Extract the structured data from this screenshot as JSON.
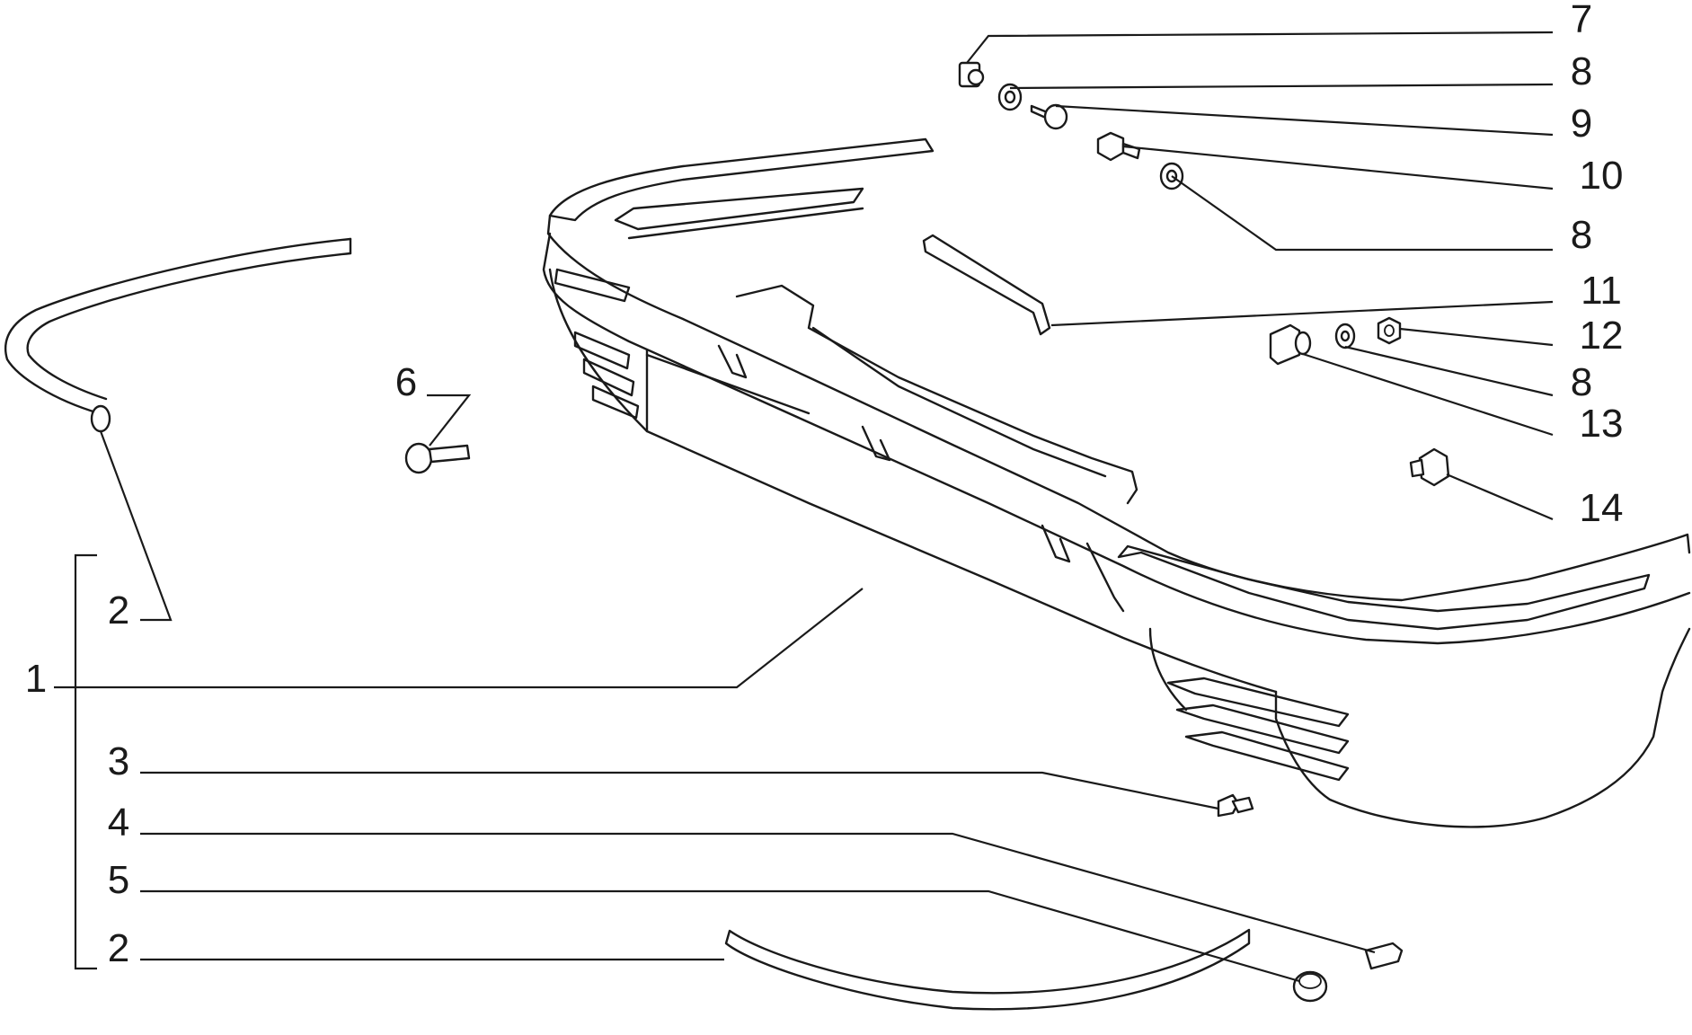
{
  "diagram": {
    "callouts": [
      {
        "id": "c7",
        "label": "7"
      },
      {
        "id": "c8a",
        "label": "8"
      },
      {
        "id": "c9",
        "label": "9"
      },
      {
        "id": "c10",
        "label": "10"
      },
      {
        "id": "c8b",
        "label": "8"
      },
      {
        "id": "c11",
        "label": "11"
      },
      {
        "id": "c12",
        "label": "12"
      },
      {
        "id": "c8c",
        "label": "8"
      },
      {
        "id": "c13",
        "label": "13"
      },
      {
        "id": "c14",
        "label": "14"
      },
      {
        "id": "c6",
        "label": "6"
      },
      {
        "id": "c2a",
        "label": "2"
      },
      {
        "id": "c1",
        "label": "1"
      },
      {
        "id": "c3",
        "label": "3"
      },
      {
        "id": "c4",
        "label": "4"
      },
      {
        "id": "c5",
        "label": "5"
      },
      {
        "id": "c2b",
        "label": "2"
      }
    ],
    "line_color": "#1a1a1a",
    "background": "#ffffff"
  }
}
